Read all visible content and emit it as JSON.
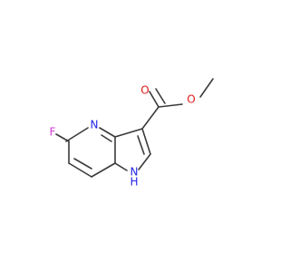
{
  "molecule": {
    "atoms": {
      "fluorine": {
        "label": "F",
        "color": "#d63bd8"
      },
      "pyridine_n": {
        "label": "N",
        "color": "#2323e8"
      },
      "nh": {
        "label": "H",
        "color": "#2323e8"
      },
      "nh_n": {
        "label": "N",
        "color": "#2323e8"
      },
      "carbonyl_o": {
        "label": "O",
        "color": "#e01b1b"
      },
      "ester_o": {
        "label": "O",
        "color": "#e01b1b"
      }
    },
    "bond_color": "#3a3a3a"
  }
}
